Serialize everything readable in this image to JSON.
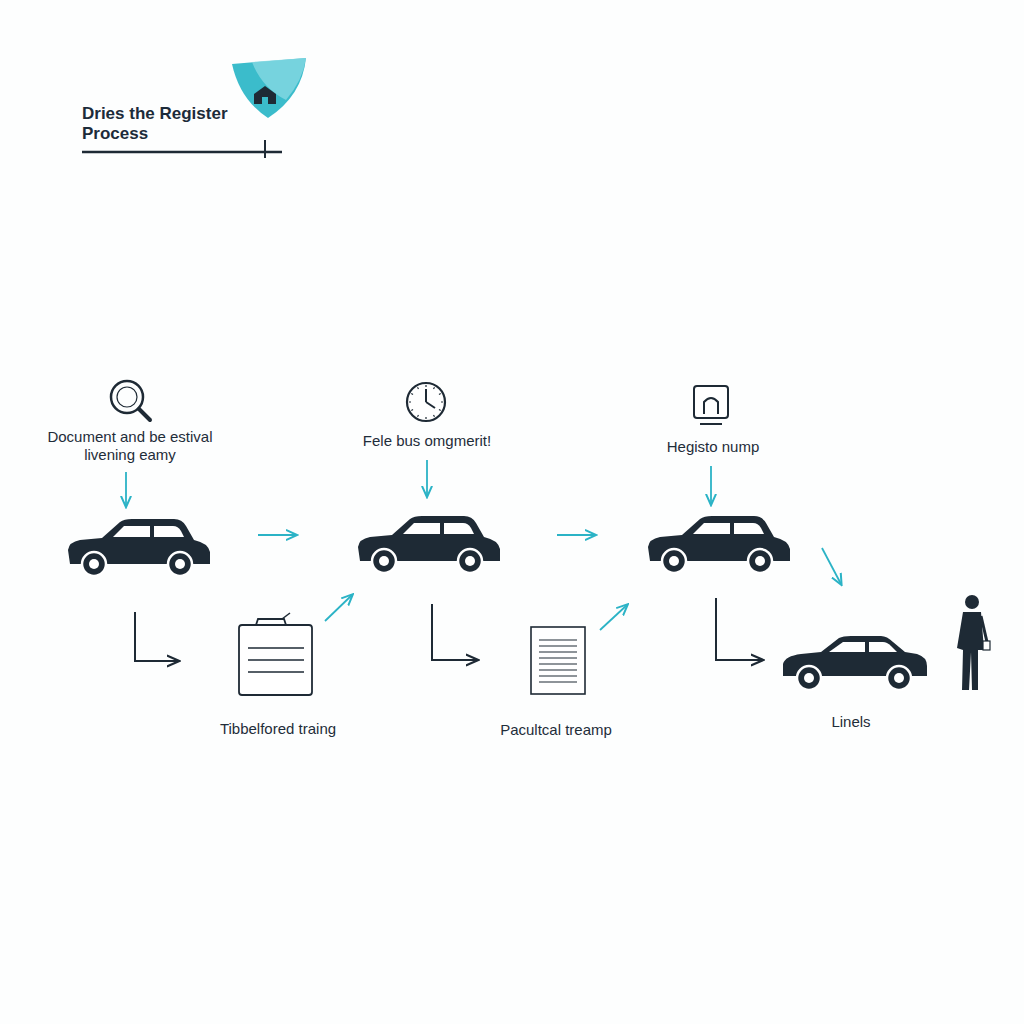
{
  "diagram": {
    "title": "Dries the Register Process",
    "labels": [
      "Document and be estival livening eamy",
      "Fele bus omgmerit!",
      "Hegisto nump",
      "Tibbelfored traing",
      "Pacultcal treamp",
      "Linels"
    ]
  }
}
